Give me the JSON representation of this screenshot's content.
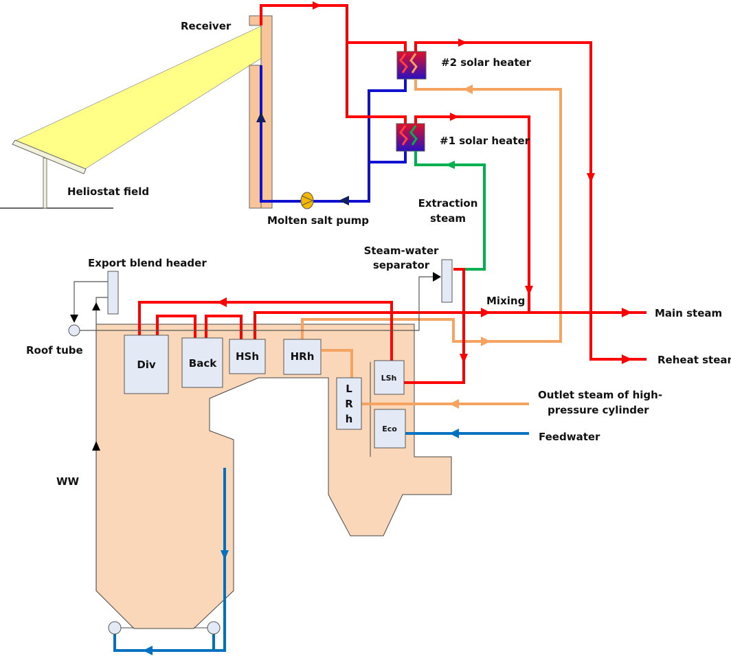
{
  "labels": {
    "receiver": "Receiver",
    "heliostat_field": "Heliostat field",
    "molten_salt_pump": "Molten salt pump",
    "solar_heater_2": "#2 solar heater",
    "solar_heater_1": "#1 solar heater",
    "extraction_steam_line1": "Extraction",
    "extraction_steam_line2": "steam",
    "separator_line1": "Steam-water",
    "separator_line2": "separator",
    "export_blend_header": "Export blend header",
    "roof_tube": "Roof tube",
    "mixing": "Mixing",
    "main_steam": "Main steam",
    "reheat_steam": "Reheat steam",
    "outlet_steam_line1": "Outlet steam of high-",
    "outlet_steam_line2": "pressure cylinder",
    "feedwater": "Feedwater",
    "ww": "WW"
  },
  "components": {
    "div": "Div",
    "back": "Back",
    "hsh": "HSh",
    "hrh": "HRh",
    "lrh": [
      "L",
      "R",
      "h"
    ],
    "lsh": "LSh",
    "eco": "Eco"
  },
  "colors": {
    "main_steam": "#ff0000",
    "molten_salt": "#1010d0",
    "reheat": "#f4a460",
    "extraction": "#00b050",
    "feedwater": "#0070c0",
    "boiler": "#f9d7b8",
    "beam": "#ffff88",
    "component": "#e4eaf5"
  }
}
